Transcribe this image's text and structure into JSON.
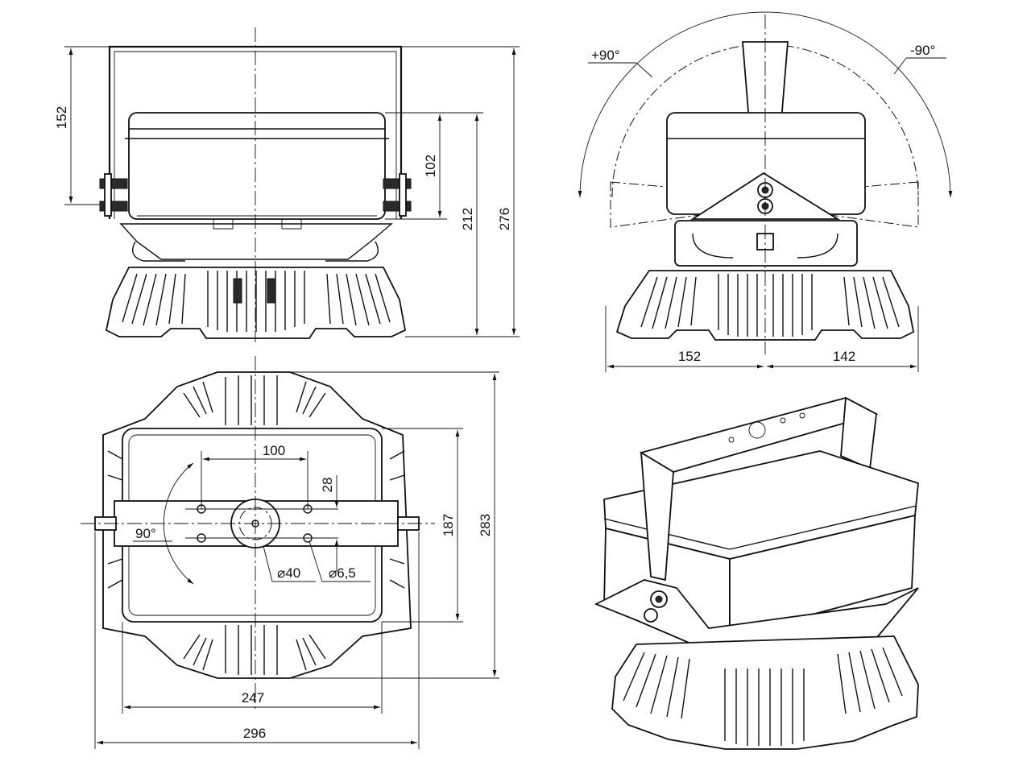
{
  "front_view": {
    "dim_bracket_height": "152",
    "dim_box_height": "102",
    "dim_body_height": "212",
    "dim_total_height": "276"
  },
  "side_view": {
    "angle_left": "+90°",
    "angle_right": "-90°",
    "dim_left_width": "152",
    "dim_right_width": "142"
  },
  "top_view": {
    "dim_hole_spacing": "100",
    "dim_slot_offset": "28",
    "dim_angle": "90°",
    "dim_center_hole": "⌀40",
    "dim_hole_diameter": "⌀6,5",
    "dim_box_depth": "187",
    "dim_total_depth": "283",
    "dim_box_width": "247",
    "dim_total_width": "296"
  }
}
